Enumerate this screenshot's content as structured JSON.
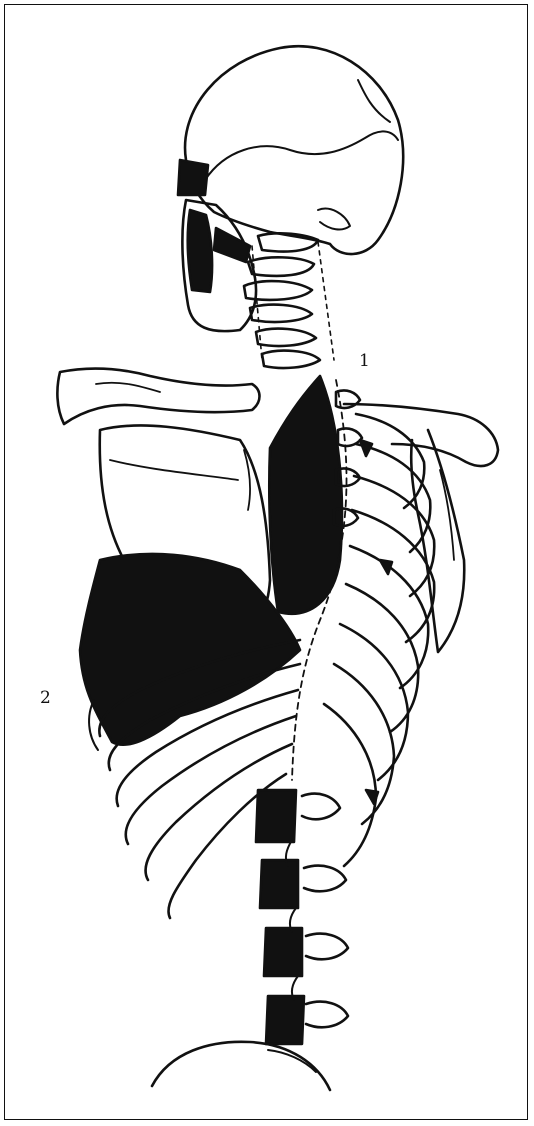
{
  "figure": {
    "title": "",
    "style": "black-and-white anatomical line drawing",
    "colors": {
      "ink": "#111111",
      "paper": "#ffffff"
    },
    "labels": [
      {
        "id": "1",
        "text": "1"
      },
      {
        "id": "2",
        "text": "2"
      }
    ]
  }
}
